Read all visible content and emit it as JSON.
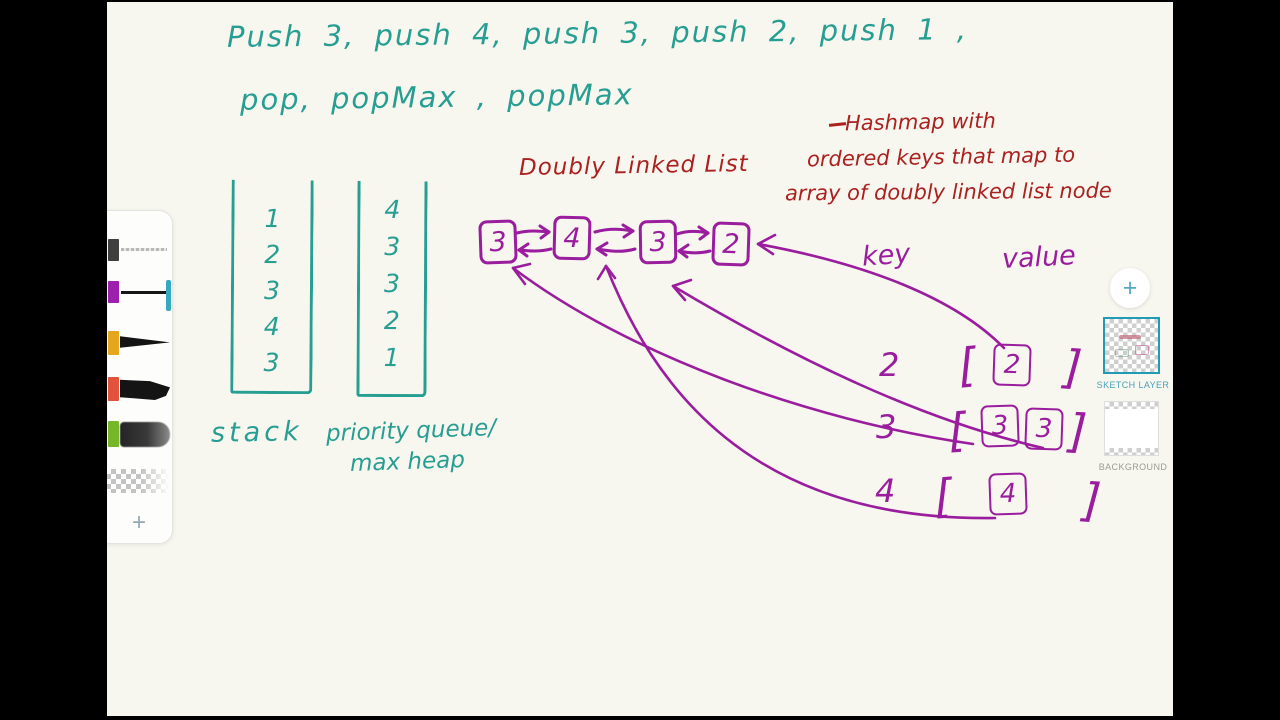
{
  "app": {
    "canvas_bg": "#f7f6ef",
    "letterbox": "#000000"
  },
  "ink_colors": {
    "teal": "#279e92",
    "red": "#ab2120",
    "purple": "#9a1d9e"
  },
  "notes": {
    "line1": "Push 3, push 4, push 3, push 2, push 1 ,",
    "line2": "pop, popMax , popMax"
  },
  "stack": {
    "label": "stack",
    "values": [
      "1",
      "2",
      "3",
      "4",
      "3"
    ]
  },
  "priority_queue": {
    "label_line1": "priority queue/",
    "label_line2": "max heap",
    "values": [
      "4",
      "3",
      "3",
      "2",
      "1"
    ]
  },
  "linked_list": {
    "title": "Doubly Linked List",
    "nodes": [
      "3",
      "4",
      "3",
      "2"
    ]
  },
  "hashmap_note": {
    "line1": "Hashmap with",
    "line2": "ordered keys that map to",
    "line3": "array of doubly linked list node"
  },
  "hashmap": {
    "key_label": "key",
    "value_label": "value",
    "open_bracket": "[",
    "close_bracket": "]",
    "rows": [
      {
        "key": "2",
        "values": [
          "2"
        ]
      },
      {
        "key": "3",
        "values": [
          "3",
          "3"
        ]
      },
      {
        "key": "4",
        "values": [
          "4"
        ]
      }
    ]
  },
  "palette": {
    "add_label": "+",
    "selection_color": "#35a9c2",
    "tools": [
      {
        "name": "pencil",
        "chip_color": "#3f3f3f",
        "selected": false
      },
      {
        "name": "fineliner",
        "chip_color": "#9c1fae",
        "selected": true
      },
      {
        "name": "pen",
        "chip_color": "#e5a51d",
        "selected": false
      },
      {
        "name": "marker",
        "chip_color": "#e2523d",
        "selected": false
      },
      {
        "name": "brush",
        "chip_color": "#76b72a",
        "selected": false
      },
      {
        "name": "eraser",
        "chip_color": "checker",
        "selected": false
      }
    ]
  },
  "layers_panel": {
    "add_label": "+",
    "items": [
      {
        "name": "SKETCH LAYER",
        "selected": true,
        "label_color": "#45a2b6"
      },
      {
        "name": "BACKGROUND",
        "selected": false,
        "label_color": "#9b9b97"
      }
    ]
  }
}
